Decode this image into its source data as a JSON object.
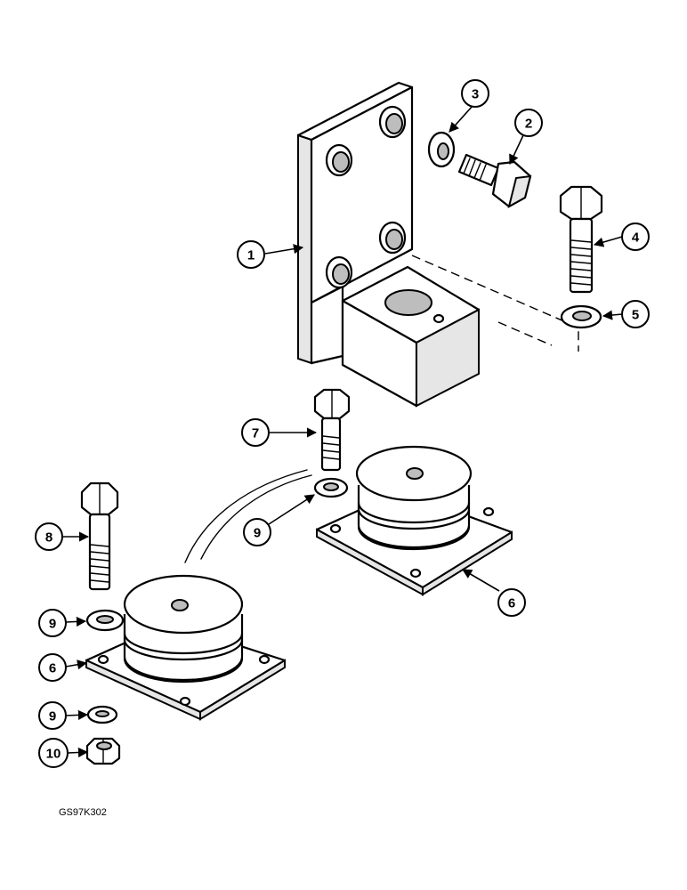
{
  "callouts": [
    {
      "id": "1",
      "label": "1"
    },
    {
      "id": "2",
      "label": "2"
    },
    {
      "id": "3",
      "label": "3"
    },
    {
      "id": "4",
      "label": "4"
    },
    {
      "id": "5",
      "label": "5"
    },
    {
      "id": "6a",
      "label": "6"
    },
    {
      "id": "6b",
      "label": "6"
    },
    {
      "id": "7",
      "label": "7"
    },
    {
      "id": "8",
      "label": "8"
    },
    {
      "id": "9a",
      "label": "9"
    },
    {
      "id": "9b",
      "label": "9"
    },
    {
      "id": "9c",
      "label": "9"
    },
    {
      "id": "10",
      "label": "10"
    }
  ],
  "figure_ref": "GS97K302"
}
